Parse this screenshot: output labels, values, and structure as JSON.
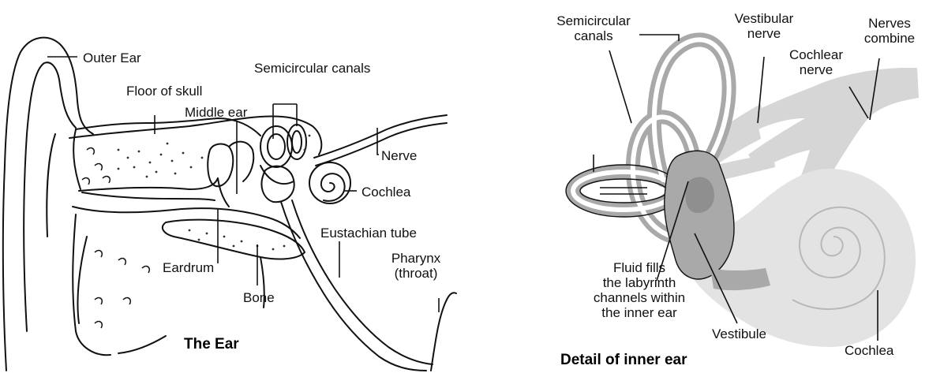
{
  "left_panel": {
    "title": "The Ear",
    "labels": {
      "outer_ear": "Outer Ear",
      "floor_of_skull": "Floor of skull",
      "semicircular_canals": "Semicircular canals",
      "middle_ear": "Middle ear",
      "nerve": "Nerve",
      "cochlea": "Cochlea",
      "eustachian_tube": "Eustachian tube",
      "pharynx_line1": "Pharynx",
      "pharynx_line2": "(throat)",
      "eardrum": "Eardrum",
      "bone": "Bone"
    }
  },
  "right_panel": {
    "title": "Detail of inner ear",
    "labels": {
      "semicircular_line1": "Semicircular",
      "semicircular_line2": "canals",
      "vestibular_line1": "Vestibular",
      "vestibular_line2": "nerve",
      "nerves_combine_line1": "Nerves",
      "nerves_combine_line2": "combine",
      "cochlear_nerve_line1": "Cochlear",
      "cochlear_nerve_line2": "nerve",
      "fluid_line1": "Fluid fills",
      "fluid_line2": "the labyrinth",
      "fluid_line3": "channels within",
      "fluid_line4": "the inner ear",
      "vestibule": "Vestibule",
      "cochlea": "Cochlea"
    }
  },
  "colors": {
    "ink": "#111111",
    "canal_gray": "#a9a9a9",
    "nerve_gray": "#d6d6d6",
    "cochlea_fill": "#e3e3e3"
  }
}
